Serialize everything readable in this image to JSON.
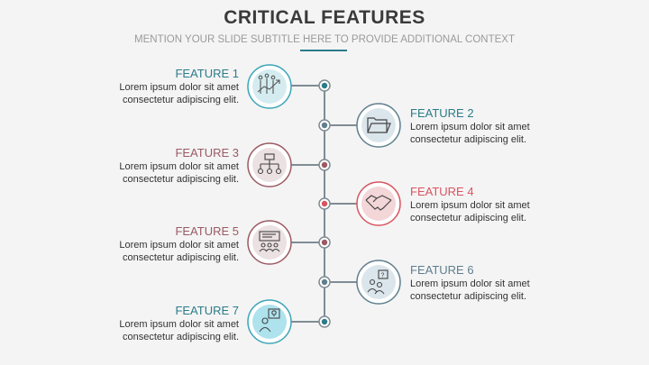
{
  "title": "CRITICAL FEATURES",
  "subtitle": "MENTION YOUR SLIDE SUBTITLE HERE TO PROVIDE ADDITIONAL CONTEXT",
  "colors": {
    "teal": "#2b7c8a",
    "mauve": "#9b5a63",
    "red": "#d9535f",
    "slate": "#5f7f8e",
    "spine": "#7f8c94"
  },
  "features": [
    {
      "title": "FEATURE 1",
      "line1": "Lorem ipsum dolor sit amet",
      "line2": "consectetur adipiscing elit.",
      "icon": "chart-growth-icon"
    },
    {
      "title": "FEATURE 2",
      "line1": "Lorem ipsum dolor sit amet",
      "line2": "consectetur adipiscing elit.",
      "icon": "folder-icon"
    },
    {
      "title": "FEATURE 3",
      "line1": "Lorem ipsum dolor sit amet",
      "line2": "consectetur adipiscing elit.",
      "icon": "hierarchy-icon"
    },
    {
      "title": "FEATURE 4",
      "line1": "Lorem ipsum dolor sit amet",
      "line2": "consectetur adipiscing elit.",
      "icon": "handshake-icon"
    },
    {
      "title": "FEATURE 5",
      "line1": "Lorem ipsum dolor sit amet",
      "line2": "consectetur adipiscing elit.",
      "icon": "presentation-icon"
    },
    {
      "title": "FEATURE 6",
      "line1": "Lorem ipsum dolor sit amet",
      "line2": "consectetur adipiscing elit.",
      "icon": "question-person-icon"
    },
    {
      "title": "FEATURE 7",
      "line1": "Lorem ipsum dolor sit amet",
      "line2": "consectetur adipiscing elit.",
      "icon": "idea-person-icon"
    }
  ]
}
